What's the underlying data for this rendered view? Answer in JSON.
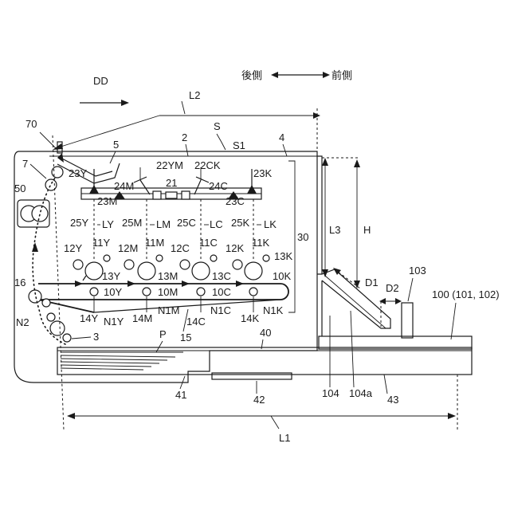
{
  "direction": {
    "rear": "後側",
    "front": "前側"
  },
  "labels": {
    "dd": "DD",
    "l2": "L2",
    "s": "S",
    "s1": "S1",
    "n70": "70",
    "n5": "5",
    "n2": "2",
    "n4": "4",
    "n7": "7",
    "n50": "50",
    "n30": "30",
    "l3": "L3",
    "h": "H",
    "n16": "16",
    "n2_pos": "N2",
    "n3": "3",
    "p": "P",
    "n15": "15",
    "n40": "40",
    "n41": "41",
    "n42": "42",
    "n104": "104",
    "n104a": "104a",
    "n43": "43",
    "l1": "L1",
    "d1": "D1",
    "d2": "D2",
    "n103": "103",
    "n100": "100 (101, 102)",
    "n21": "21",
    "n22ym": "22YM",
    "n22ck": "22CK"
  },
  "stations": [
    {
      "key": "Y",
      "exp": "23Y",
      "mirror_small": "23M",
      "mirror_big": "24M",
      "lens": "25Y",
      "beam": "LY",
      "drum": "12Y",
      "charger": "11Y",
      "dev": "13Y",
      "transfer": "10Y",
      "belt_nip": "N1Y",
      "cleaner": "14Y"
    },
    {
      "key": "M",
      "lens": "25M",
      "beam": "LM",
      "drum": "12M",
      "charger": "11M",
      "dev": "13M",
      "transfer": "10M",
      "belt_nip": "N1M",
      "cleaner": "14M"
    },
    {
      "key": "C",
      "mirror_big": "24C",
      "mirror_small": "23C",
      "lens": "25C",
      "beam": "LC",
      "drum": "12C",
      "charger": "11C",
      "dev": "13C",
      "transfer": "10C",
      "belt_nip": "N1C",
      "cleaner": "14C"
    },
    {
      "key": "K",
      "exp": "23K",
      "lens": "25K",
      "beam": "LK",
      "drum": "12K",
      "charger": "11K",
      "dev": "13K",
      "transfer": "10K",
      "belt_nip": "N1K",
      "cleaner": "14K"
    }
  ]
}
